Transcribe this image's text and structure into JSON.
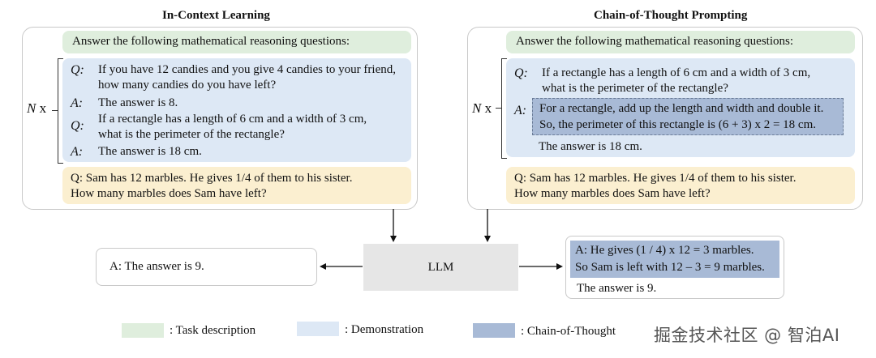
{
  "titles": {
    "left": "In-Context Learning",
    "right": "Chain-of-Thought Prompting"
  },
  "task_text": "Answer the following mathematical reasoning questions:",
  "nx": {
    "n": "N",
    "x": "x"
  },
  "icl": {
    "demos": [
      {
        "label": "Q:",
        "lines": [
          "If you have 12 candies and you give 4 candies to your friend,",
          "how many candies do you have left?"
        ]
      },
      {
        "label": "A:",
        "lines": [
          "The answer is 8."
        ]
      },
      {
        "label": "Q:",
        "lines": [
          "If a rectangle has a length of 6 cm and a width of 3 cm,",
          "what is the perimeter of the rectangle?"
        ]
      },
      {
        "label": "A:",
        "lines": [
          "The answer is 18 cm."
        ]
      }
    ],
    "query": [
      "Q:  Sam has 12 marbles. He gives 1/4 of them to his sister.",
      "How many marbles does Sam have left?"
    ],
    "answer": "A: The answer is 9."
  },
  "cot": {
    "q_label": "Q:",
    "q_lines": [
      "If a rectangle has a length of 6 cm and a width of 3 cm,",
      "what is the perimeter of the rectangle?"
    ],
    "a_label": "A:",
    "chain_lines": [
      "For a rectangle, add up the length and width and double it.",
      "So, the perimeter of this rectangle is (6 + 3) x 2 = 18 cm."
    ],
    "a_answer": "The answer is 18 cm.",
    "query": [
      "Q:  Sam has 12 marbles. He gives 1/4 of them to his sister.",
      "How many marbles does Sam have left?"
    ],
    "answer_chain": [
      "A: He gives (1 / 4) x 12 = 3 marbles.",
      "So Sam is left with 12 – 3 = 9 marbles."
    ],
    "answer_final": "The answer is 9."
  },
  "llm_label": "LLM",
  "legend": {
    "task": {
      "label": ": Task description",
      "color": "#dfeedd"
    },
    "demo": {
      "label": ": Demonstration",
      "color": "#dde8f5"
    },
    "cot": {
      "label": ": Chain-of-Thought",
      "color": "#a8bad6"
    }
  },
  "watermark": "掘金技术社区 @ 智泊AI"
}
